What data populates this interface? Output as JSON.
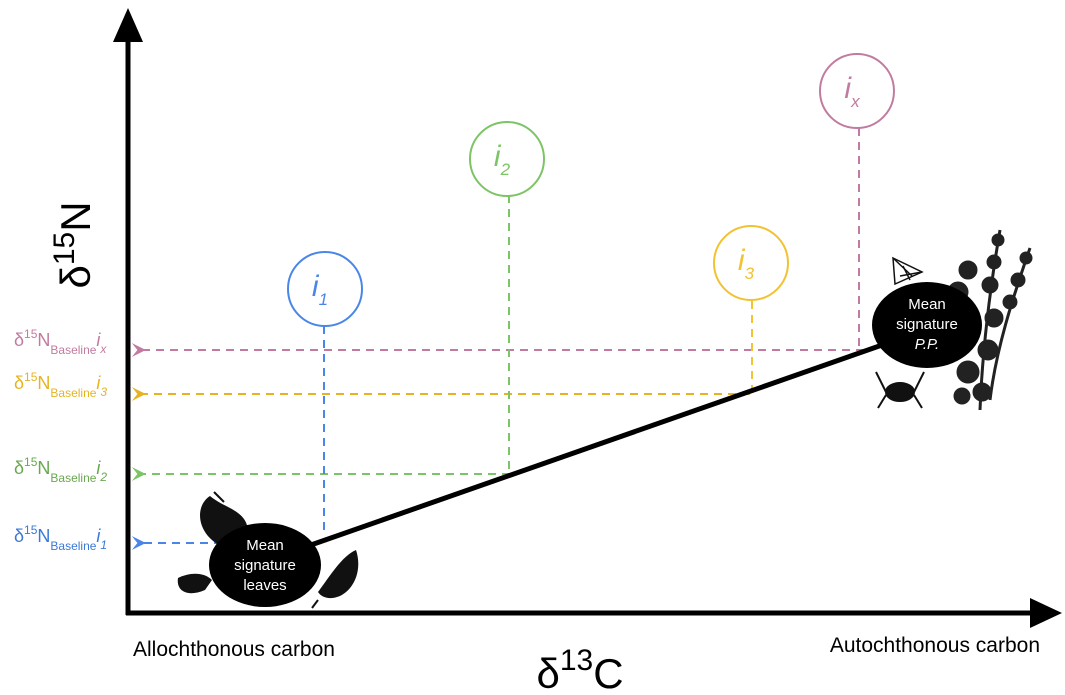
{
  "axes": {
    "y_label": {
      "main": "δ",
      "sup": "15",
      "tail": "N"
    },
    "x_label": {
      "main": "δ",
      "sup": "13",
      "tail": "C"
    },
    "x_left_caption": "Allochthonous carbon",
    "x_right_caption": "Autochthonous carbon"
  },
  "endpoints": {
    "leaves": {
      "lines": [
        "Mean",
        "signature",
        "leaves"
      ]
    },
    "pp": {
      "lines": [
        "Mean",
        "signature",
        "P.P."
      ]
    }
  },
  "consumers": [
    {
      "id": "i1",
      "base": "i",
      "sub": "1",
      "color": "#4a86e8"
    },
    {
      "id": "i2",
      "base": "i",
      "sub": "2",
      "color": "#7cc466"
    },
    {
      "id": "i3",
      "base": "i",
      "sub": "3",
      "color": "#f1c232"
    },
    {
      "id": "ix",
      "base": "i",
      "sub": "x",
      "color": "#c27ba0"
    }
  ],
  "baselines": [
    {
      "id": "ix",
      "delta": "δ",
      "sup": "15",
      "n": "N",
      "sub": "Baseline",
      "i": "i",
      "isub": "x",
      "color": "#c27ba0"
    },
    {
      "id": "i3",
      "delta": "δ",
      "sup": "15",
      "n": "N",
      "sub": "Baseline",
      "i": "i",
      "isub": "3",
      "color": "#e6b422"
    },
    {
      "id": "i2",
      "delta": "δ",
      "sup": "15",
      "n": "N",
      "sub": "Baseline",
      "i": "i",
      "isub": "2",
      "color": "#6aa84f"
    },
    {
      "id": "i1",
      "delta": "δ",
      "sup": "15",
      "n": "N",
      "sub": "Baseline",
      "i": "i",
      "isub": "1",
      "color": "#3c78d8"
    }
  ],
  "icons": [
    "leaf-icon",
    "plant-icon",
    "spider-web-icon",
    "insect-icon"
  ]
}
